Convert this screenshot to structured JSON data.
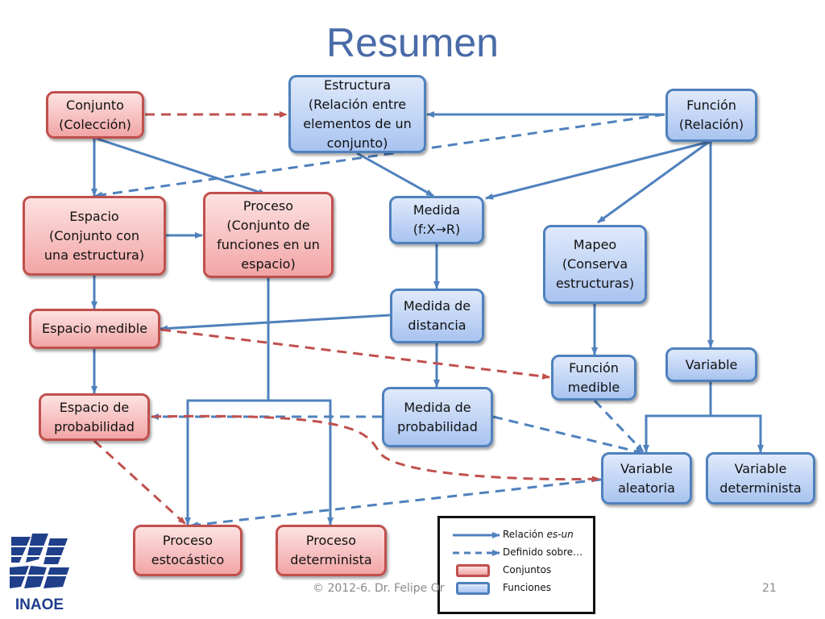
{
  "title": "Resumen",
  "colors": {
    "red_border": "#c0504d",
    "blue_border": "#4f81bd",
    "title": "#4a6ba8"
  },
  "nodes": {
    "conjunto": "Conjunto\n(Colección)",
    "estructura": "Estructura\n(Relación entre\nelementos de un\nconjunto)",
    "funcion": "Función\n(Relación)",
    "espacio": "Espacio\n(Conjunto con\nuna estructura)",
    "proceso": "Proceso\n(Conjunto de\nfunciones en un\nespacio)",
    "medida": "Medida\n(f:X→R)",
    "mapeo": "Mapeo\n(Conserva\nestructuras)",
    "espacio_medible": "Espacio medible",
    "medida_distancia": "Medida de\ndistancia",
    "funcion_medible": "Función\nmedible",
    "variable": "Variable",
    "espacio_probabilidad": "Espacio de\nprobabilidad",
    "medida_probabilidad": "Medida de\nprobabilidad",
    "variable_aleatoria": "Variable\naleatoria",
    "variable_determinista": "Variable\ndeterminista",
    "proceso_estocastico": "Proceso\nestocástico",
    "proceso_determinista": "Proceso\ndeterminista"
  },
  "legend": {
    "relacion_prefix": "Relación ",
    "relacion_em": "es-un",
    "definido": "Definido sobre…",
    "conjuntos": "Conjuntos",
    "funciones": "Funciones"
  },
  "footer": "© 2012-6. Dr. Felipe Or",
  "page_number": "21",
  "logo": {
    "text": "INAOE",
    "icon": "inaoe-logo"
  }
}
